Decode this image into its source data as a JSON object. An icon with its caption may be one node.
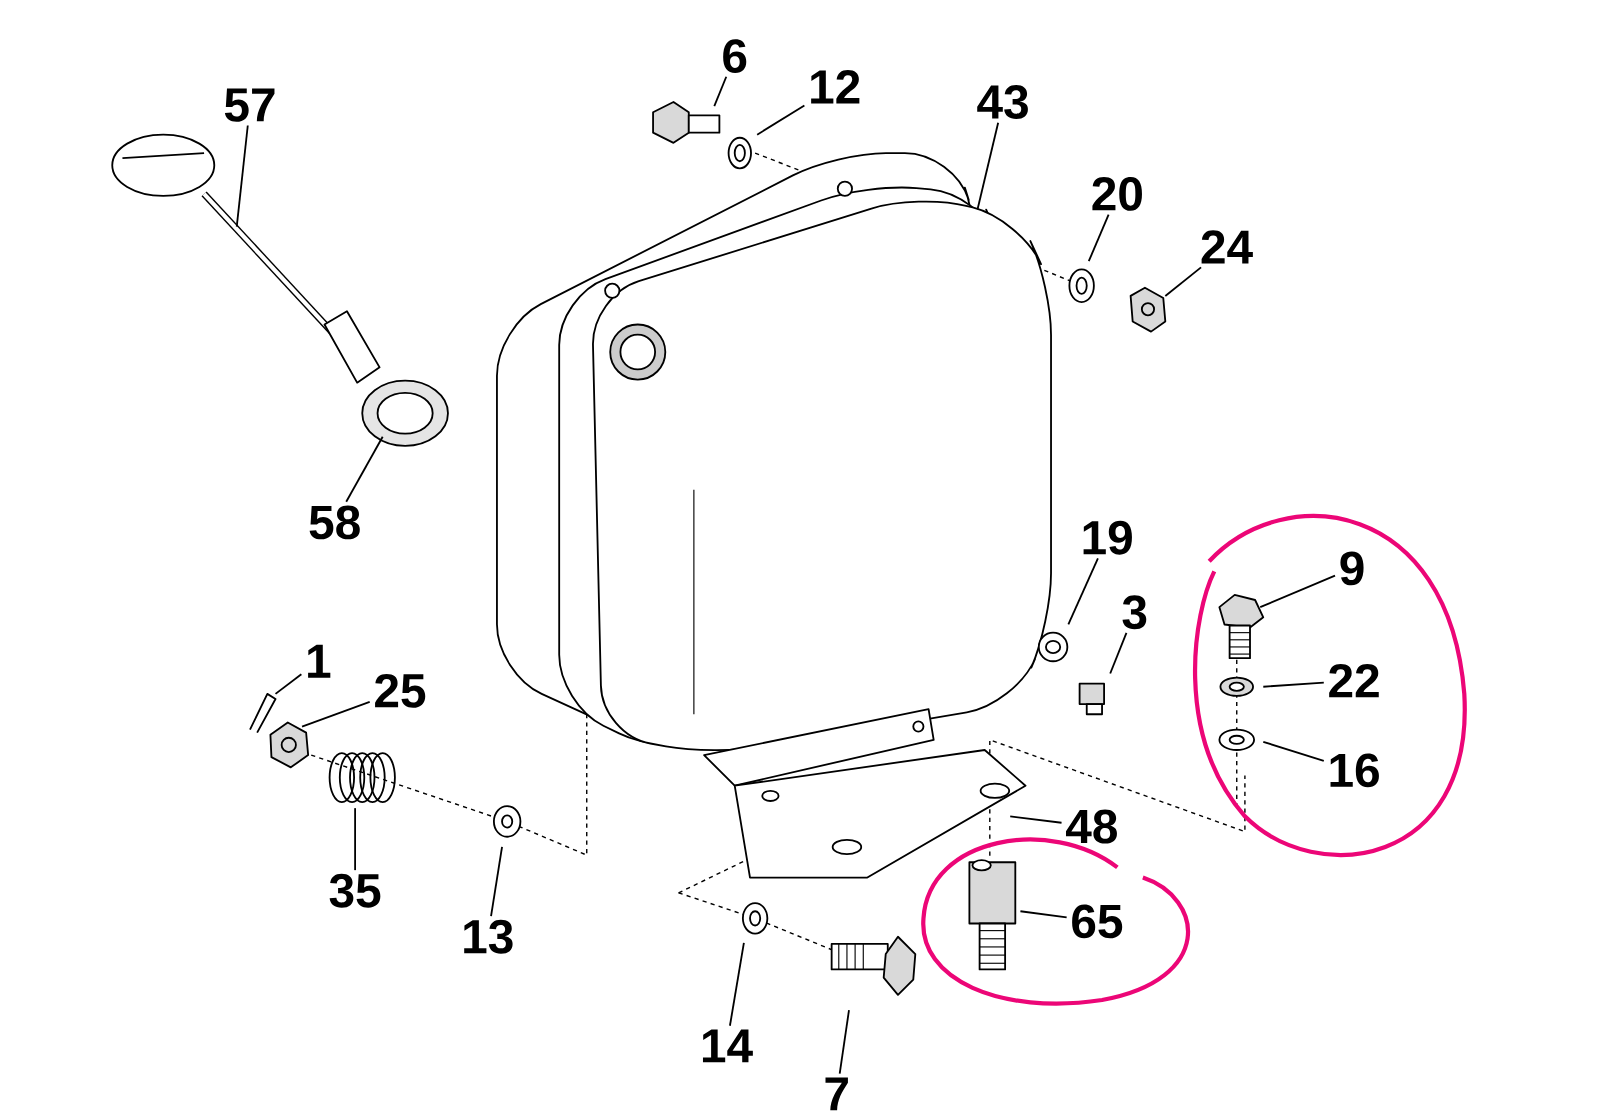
{
  "diagram": {
    "nodes": [
      {
        "text": [
          "57"
        ]
      },
      {
        "text": [
          "6"
        ]
      },
      {
        "text": [
          "12"
        ]
      },
      {
        "text": [
          "43"
        ]
      },
      {
        "text": [
          "20"
        ]
      },
      {
        "text": [
          "24"
        ]
      },
      {
        "text": [
          "58"
        ]
      },
      {
        "text": [
          "19"
        ]
      },
      {
        "text": [
          "3"
        ]
      },
      {
        "text": [
          "9"
        ]
      },
      {
        "text": [
          "22"
        ]
      },
      {
        "text": [
          "16"
        ]
      },
      {
        "text": [
          "1"
        ]
      },
      {
        "text": [
          "25"
        ]
      },
      {
        "text": [
          "48"
        ]
      },
      {
        "text": [
          "65"
        ]
      },
      {
        "text": [
          "35"
        ]
      },
      {
        "text": [
          "13"
        ]
      },
      {
        "text": [
          "14"
        ]
      },
      {
        "text": [
          "7"
        ]
      }
    ],
    "edges": [
      {
        "from": 0,
        "to": null,
        "arrow": "none"
      },
      {
        "from": 1,
        "to": null,
        "arrow": "none"
      },
      {
        "from": 2,
        "to": null,
        "arrow": "none"
      },
      {
        "from": 3,
        "to": null,
        "arrow": "none"
      },
      {
        "from": 4,
        "to": null,
        "arrow": "none"
      },
      {
        "from": 5,
        "to": null,
        "arrow": "none"
      },
      {
        "from": 6,
        "to": null,
        "arrow": "none"
      },
      {
        "from": 7,
        "to": null,
        "arrow": "none"
      },
      {
        "from": 8,
        "to": null,
        "arrow": "none"
      },
      {
        "from": 9,
        "to": null,
        "arrow": "none"
      },
      {
        "from": 10,
        "to": null,
        "arrow": "none"
      },
      {
        "from": 11,
        "to": null,
        "arrow": "none"
      },
      {
        "from": 12,
        "to": null,
        "arrow": "none"
      },
      {
        "from": 13,
        "to": null,
        "arrow": "none"
      },
      {
        "from": 14,
        "to": null,
        "arrow": "none"
      },
      {
        "from": 15,
        "to": null,
        "arrow": "none"
      },
      {
        "from": 16,
        "to": null,
        "arrow": "none"
      },
      {
        "from": 17,
        "to": null,
        "arrow": "none"
      },
      {
        "from": 18,
        "to": null,
        "arrow": "none"
      },
      {
        "from": 19,
        "to": null,
        "arrow": "none"
      }
    ]
  }
}
